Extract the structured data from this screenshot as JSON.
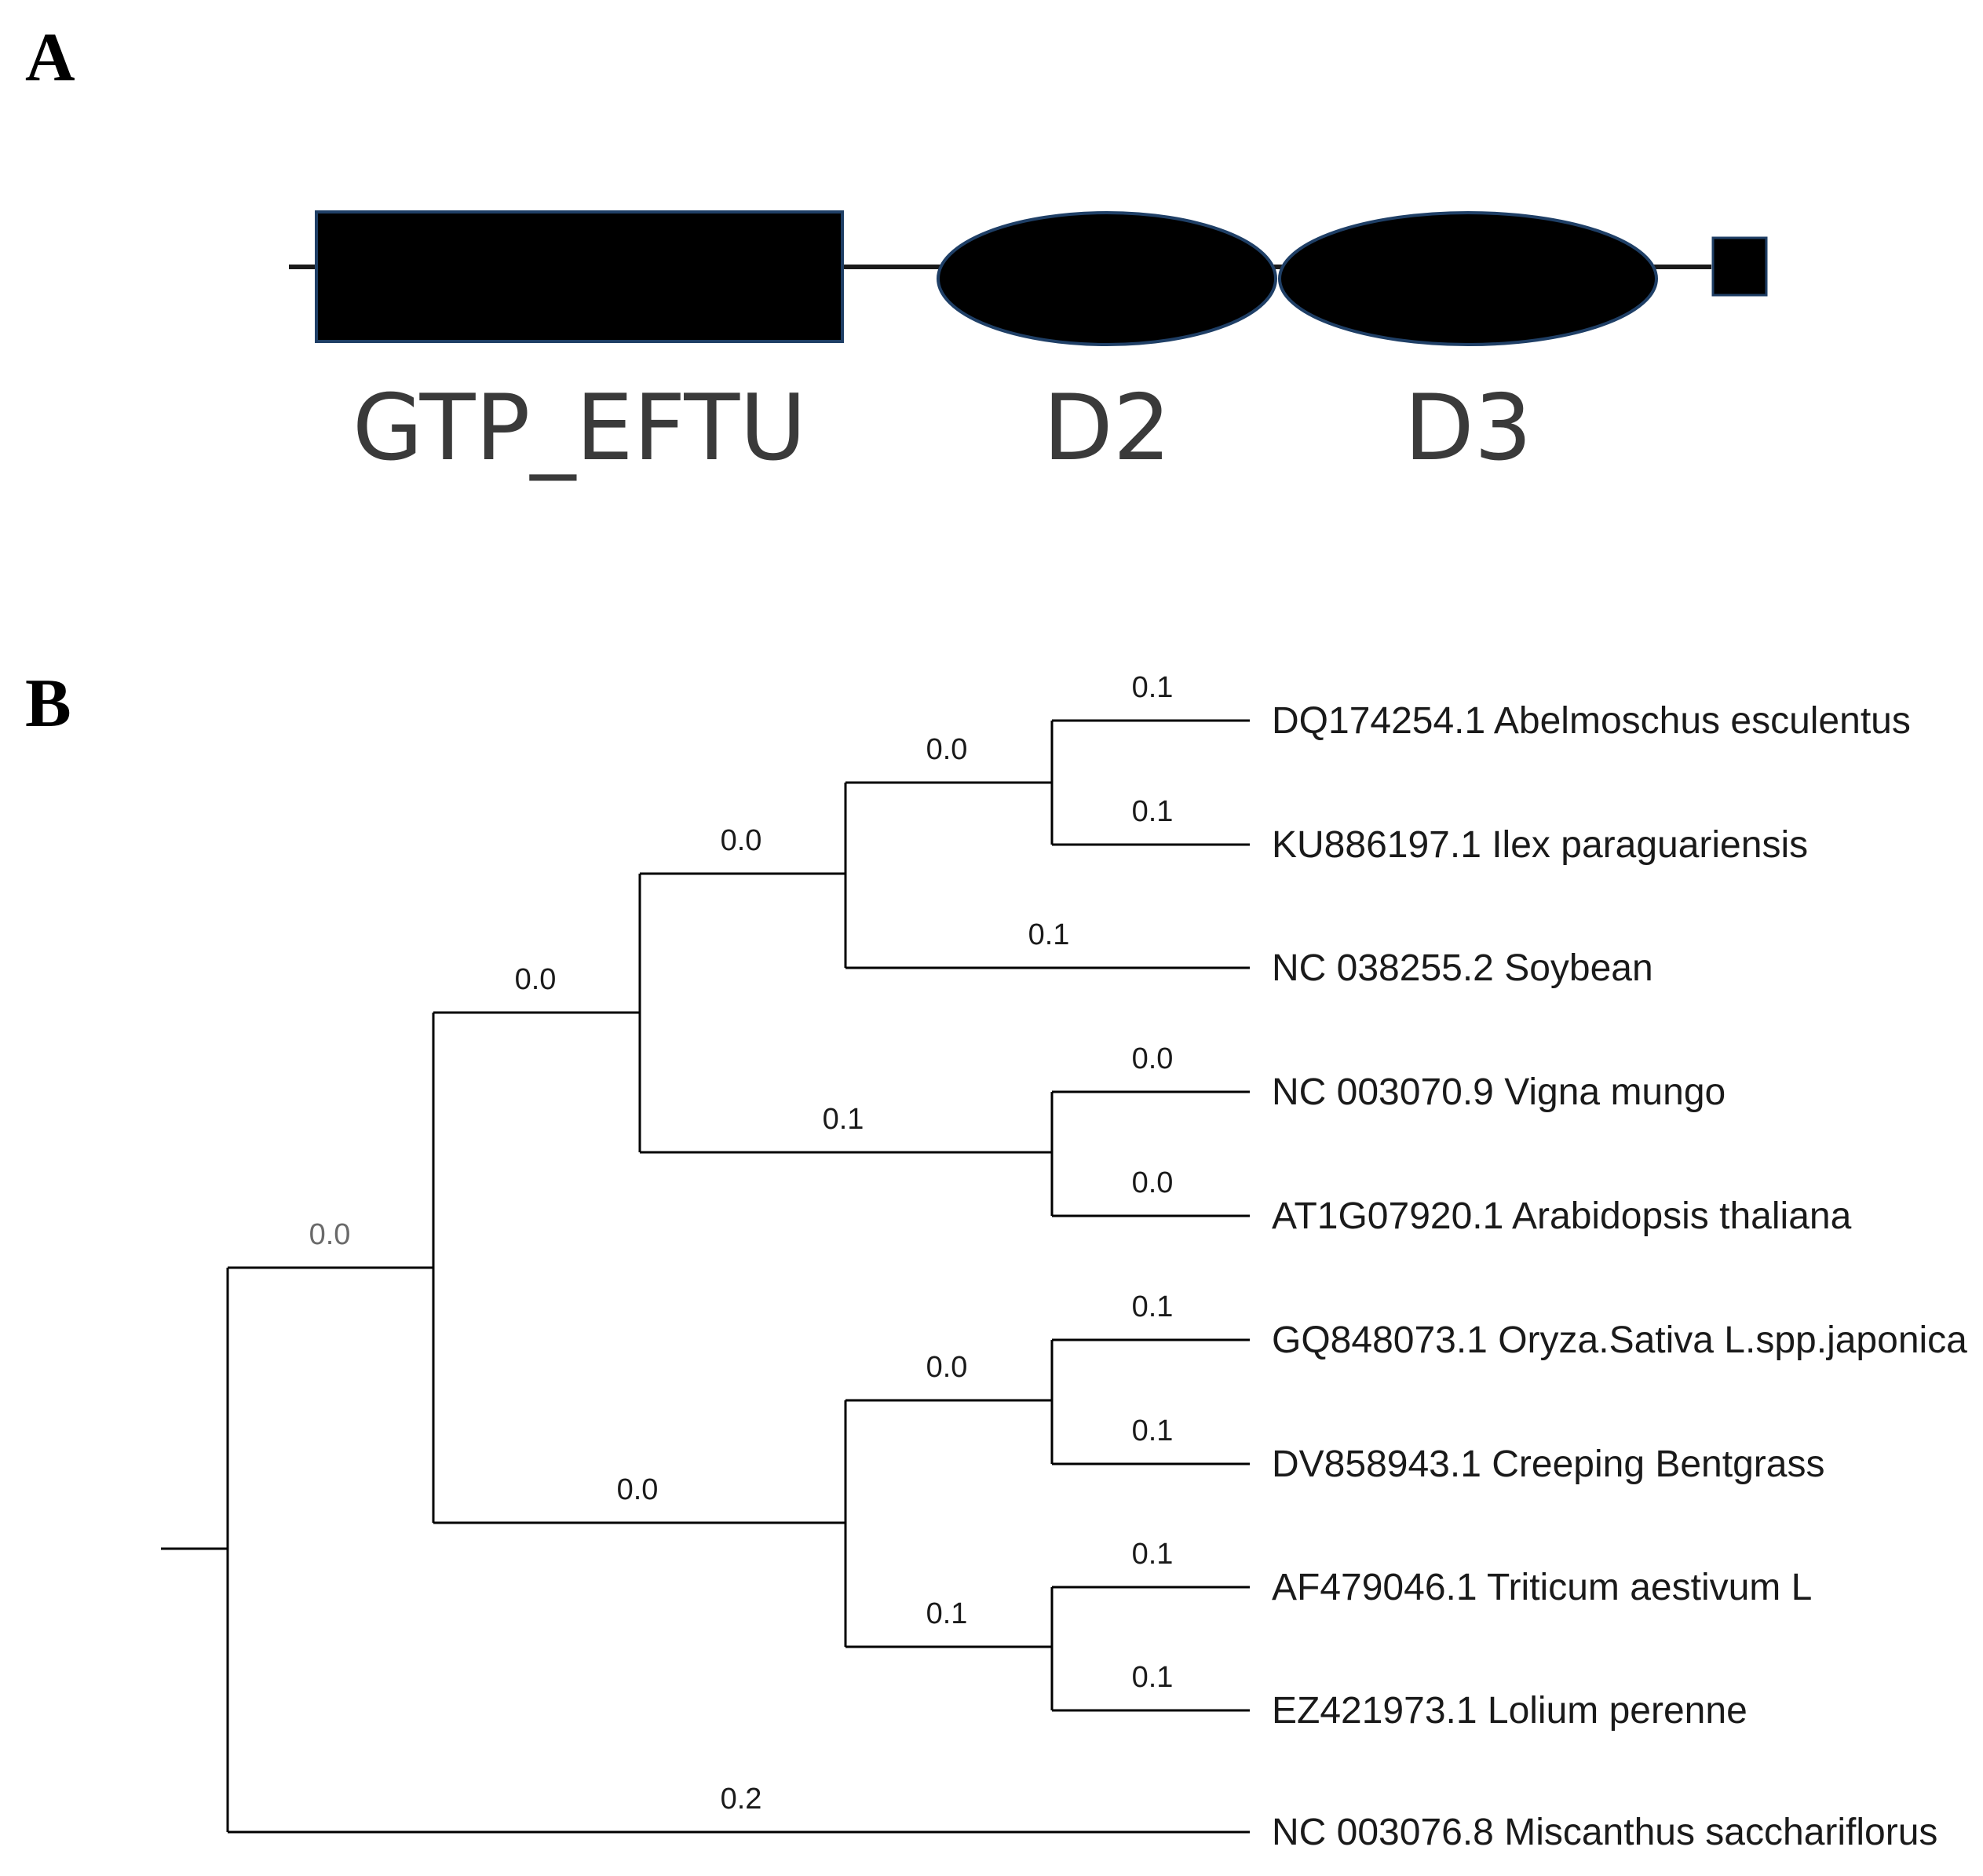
{
  "panels": {
    "a": {
      "letter": "A",
      "domains": [
        {
          "label": "GTP_EFTU",
          "shape": "rectangle"
        },
        {
          "label": "D2",
          "shape": "ellipse"
        },
        {
          "label": "D3",
          "shape": "ellipse"
        }
      ]
    },
    "b": {
      "letter": "B",
      "leaves": [
        "DQ174254.1 Abelmoschus esculentus",
        "KU886197.1 Ilex paraguariensis",
        "NC 038255.2 Soybean",
        "NC 003070.9 Vigna mungo",
        "AT1G07920.1 Arabidopsis thaliana",
        "GQ848073.1 Oryza.Sativa L.spp.japonica",
        "DV858943.1 Creeping Bentgrass",
        "AF479046.1 Triticum aestivum L",
        "EZ421973.1 Lolium perenne",
        "NC 003076.8 Miscanthus sacchariflorus"
      ],
      "branch_lengths": {
        "dq174254": "0.1",
        "ku886197": "0.1",
        "abelmo_ilex_clade": "0.0",
        "soybean": "0.1",
        "dicot_top_clade": "0.0",
        "vigna": "0.0",
        "arabidopsis": "0.0",
        "vigna_arab_clade": "0.1",
        "dicots": "0.0",
        "oryza": "0.1",
        "bentgrass": "0.1",
        "oryza_bent_clade": "0.0",
        "triticum": "0.1",
        "lolium": "0.1",
        "triticum_lolium_clade": "0.1",
        "monocots": "0.0",
        "ingroup": "0.0",
        "miscanthus": "0.2"
      }
    }
  }
}
